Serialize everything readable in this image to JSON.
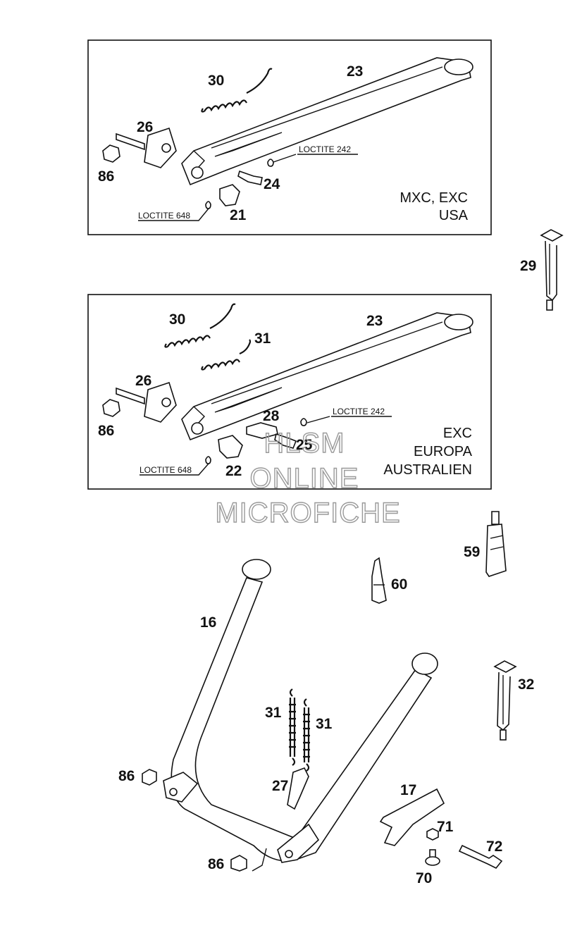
{
  "panels": [
    {
      "region_lines": [
        "MXC, EXC",
        "USA"
      ],
      "loctite": [
        "LOCTITE 242",
        "LOCTITE 648"
      ],
      "callouts": [
        "30",
        "23",
        "26",
        "86",
        "24",
        "21"
      ]
    },
    {
      "region_lines": [
        "EXC",
        "EUROPA",
        "AUSTRALIEN"
      ],
      "loctite": [
        "LOCTITE 242",
        "LOCTITE 648"
      ],
      "callouts": [
        "30",
        "23",
        "31",
        "26",
        "86",
        "28",
        "25",
        "22"
      ]
    }
  ],
  "loose_callouts": [
    "29",
    "59",
    "60",
    "16",
    "32",
    "31",
    "31",
    "86",
    "27",
    "17",
    "71",
    "72",
    "86",
    "70"
  ],
  "watermark": [
    "HLSM",
    "ONLINE",
    "MICROFICHE"
  ]
}
